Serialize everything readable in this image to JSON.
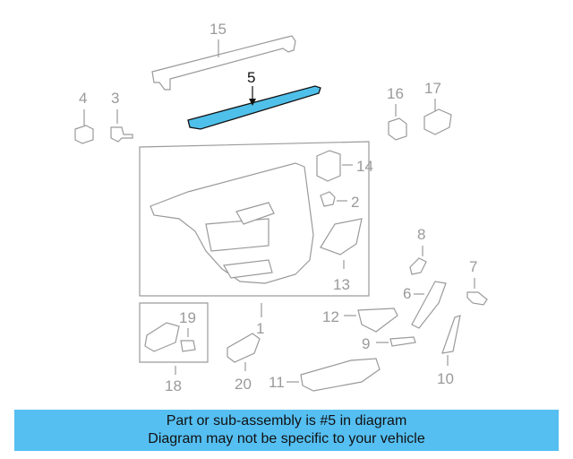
{
  "callouts": {
    "c1": "1",
    "c2": "2",
    "c3": "3",
    "c4": "4",
    "c5": "5",
    "c6": "6",
    "c7": "7",
    "c8": "8",
    "c9": "9",
    "c10": "10",
    "c11": "11",
    "c12": "12",
    "c13": "13",
    "c14": "14",
    "c15": "15",
    "c16": "16",
    "c17": "17",
    "c18": "18",
    "c19": "19",
    "c20": "20"
  },
  "highlight": {
    "part": "5",
    "color": "#4fc0ea"
  },
  "banner": {
    "line1": "Part or sub-assembly is #5 in diagram",
    "line2": "Diagram may not be specific to your vehicle",
    "background": "#55bff2"
  }
}
